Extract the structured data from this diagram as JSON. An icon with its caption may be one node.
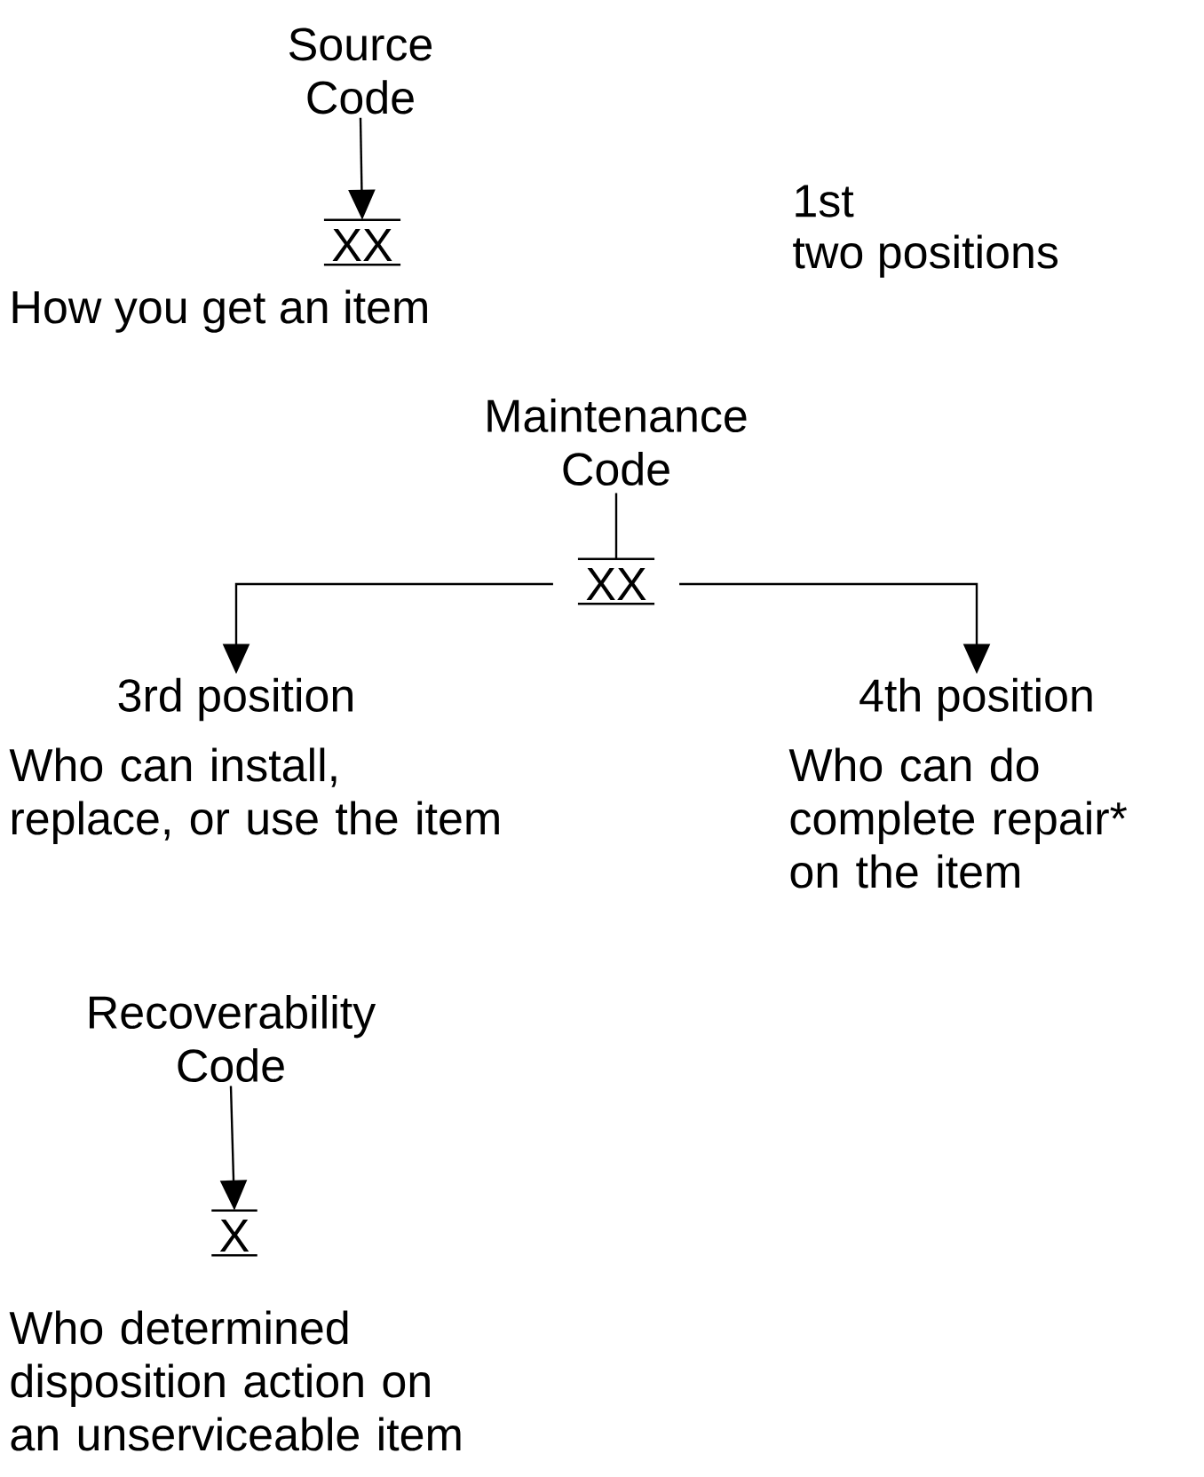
{
  "diagram": {
    "nodes": [
      {
        "text": [
          "Source Code"
        ]
      },
      {
        "text": [
          "XX"
        ]
      },
      {
        "text": [
          "Maintenance Code"
        ]
      },
      {
        "text": [
          "XX"
        ]
      },
      {
        "text": [
          "3rd position"
        ]
      },
      {
        "text": [
          "4th position"
        ]
      },
      {
        "text": [
          "Recoverability Code"
        ]
      },
      {
        "text": [
          "X"
        ]
      }
    ],
    "edges": [
      {
        "from": 0,
        "to": 1,
        "arrow": "to"
      },
      {
        "from": 2,
        "to": 3,
        "arrow": "none"
      },
      {
        "from": 3,
        "to": 4,
        "arrow": "to"
      },
      {
        "from": 3,
        "to": 5,
        "arrow": "to"
      },
      {
        "from": 6,
        "to": 7,
        "arrow": "to"
      }
    ],
    "labels": [
      "1st",
      "two positions",
      "How you get an item",
      "Who can install, replace, or use the item",
      "Who can do complete repair* on the item",
      "Who determined disposition action on an unserviceable item"
    ]
  }
}
